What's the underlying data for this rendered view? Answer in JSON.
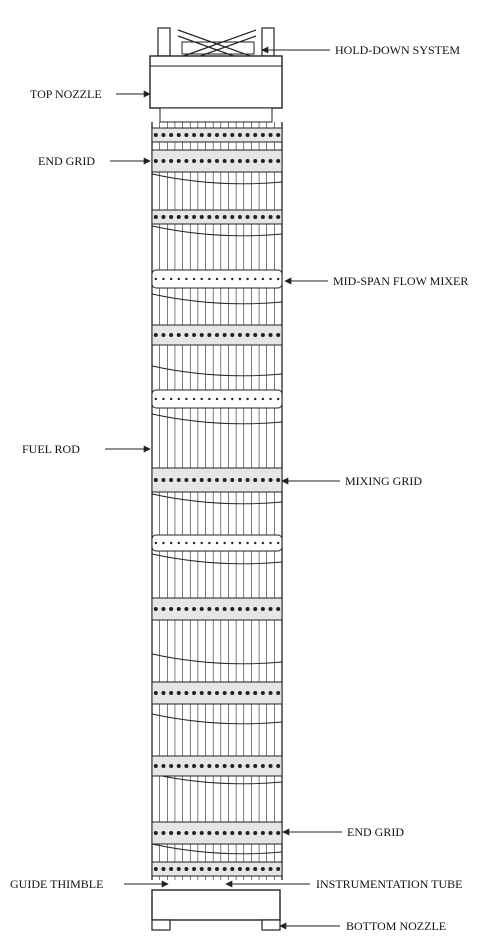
{
  "labels": {
    "hold_down_system": "HOLD-DOWN SYSTEM",
    "top_nozzle": "TOP NOZZLE",
    "end_grid_top": "END GRID",
    "mid_span_flow_mixer": "MID-SPAN FLOW MIXER",
    "fuel_rod": "FUEL  ROD",
    "mixing_grid": "MIXING GRID",
    "end_grid_bottom": "END GRID",
    "guide_thimble": "GUIDE THIMBLE",
    "instrumentation_tube": "INSTRUMENTATION TUBE",
    "bottom_nozzle": "BOTTOM NOZZLE"
  },
  "colors": {
    "line": "#222222",
    "fill": "#ffffff",
    "grid_fill": "#e6e6e6",
    "rod_gap": "#cfcfcf"
  }
}
